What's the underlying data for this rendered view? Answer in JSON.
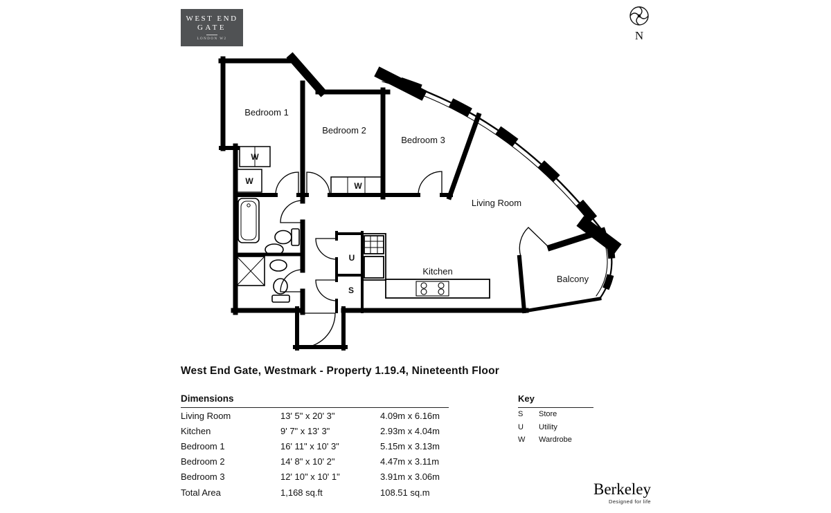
{
  "branding": {
    "west_end_gate": {
      "line1": "WEST END",
      "line2": "GATE",
      "subtitle": "LONDON W2"
    },
    "berkeley": {
      "name": "Berkeley",
      "tagline": "Designed for life"
    }
  },
  "compass": {
    "north_label": "N"
  },
  "floorplan": {
    "labels": {
      "bedroom1": "Bedroom 1",
      "bedroom2": "Bedroom 2",
      "bedroom3": "Bedroom 3",
      "living_room": "Living Room",
      "kitchen": "Kitchen",
      "balcony": "Balcony",
      "wardrobe": "W",
      "utility": "U",
      "store": "S"
    }
  },
  "title": "West End Gate, Westmark - Property 1.19.4, Nineteenth Floor",
  "dimensions": {
    "heading": "Dimensions",
    "rows": [
      {
        "room": "Living Room",
        "imperial": "13' 5\" x 20' 3\"",
        "metric": "4.09m x 6.16m"
      },
      {
        "room": "Kitchen",
        "imperial": "9' 7\" x 13' 3\"",
        "metric": "2.93m x 4.04m"
      },
      {
        "room": "Bedroom 1",
        "imperial": "16' 11\" x 10' 3\"",
        "metric": "5.15m x 3.13m"
      },
      {
        "room": "Bedroom 2",
        "imperial": "14' 8\" x 10' 2\"",
        "metric": "4.47m x 3.11m"
      },
      {
        "room": "Bedroom 3",
        "imperial": "12' 10\" x 10' 1\"",
        "metric": "3.91m x 3.06m"
      },
      {
        "room": "Total Area",
        "imperial": "1,168 sq.ft",
        "metric": "108.51 sq.m"
      }
    ]
  },
  "key": {
    "heading": "Key",
    "items": [
      {
        "symbol": "S",
        "meaning": "Store"
      },
      {
        "symbol": "U",
        "meaning": "Utility"
      },
      {
        "symbol": "W",
        "meaning": "Wardrobe"
      }
    ]
  }
}
